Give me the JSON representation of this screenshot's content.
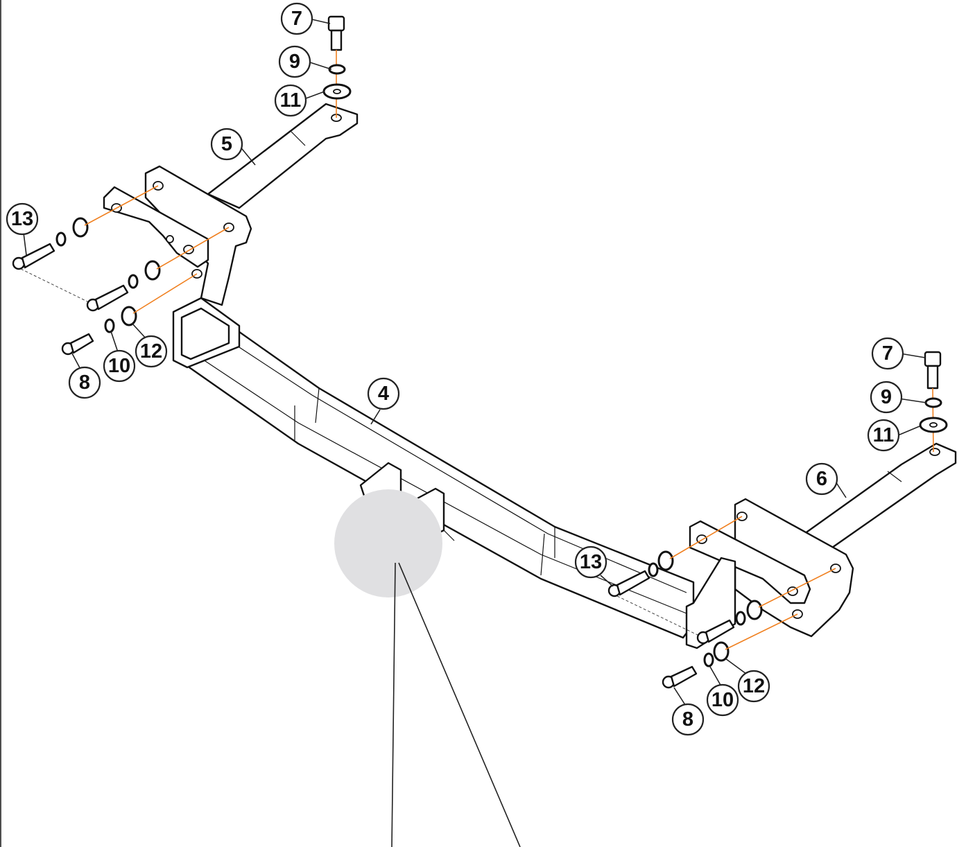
{
  "colors": {
    "assembly_axis": "#f08020",
    "ball_mount_placeholder": "#e0e0e2",
    "outline": "#111111"
  },
  "callouts": {
    "c7_top": "7",
    "c9_top": "9",
    "c11_top": "11",
    "c5": "5",
    "c13_left": "13",
    "c8_left": "8",
    "c10_left": "10",
    "c12_left": "12",
    "c4": "4",
    "c7_right": "7",
    "c9_right": "9",
    "c11_right": "11",
    "c6": "6",
    "c13_right": "13",
    "c8_right": "8",
    "c10_right": "10",
    "c12_right": "12"
  }
}
